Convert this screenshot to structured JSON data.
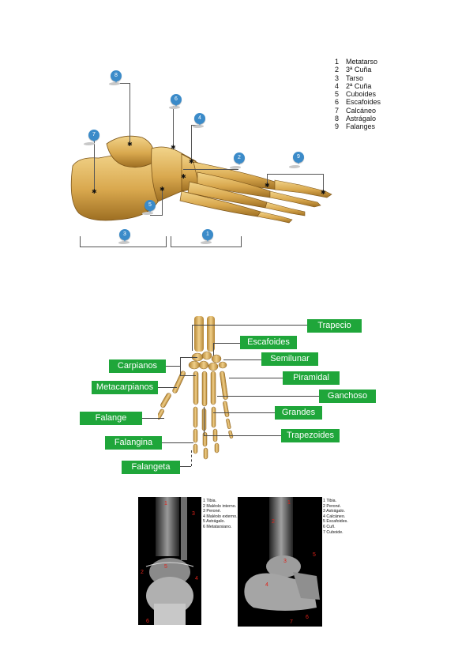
{
  "foot": {
    "legend": [
      {
        "num": "1",
        "text": "Metatarso"
      },
      {
        "num": "2",
        "text": "3ª Cuña"
      },
      {
        "num": "3",
        "text": "Tarso"
      },
      {
        "num": "4",
        "text": "2ª Cuña"
      },
      {
        "num": "5",
        "text": "Cuboides"
      },
      {
        "num": "6",
        "text": "Escafoides"
      },
      {
        "num": "7",
        "text": "Calcáneo"
      },
      {
        "num": "8",
        "text": "Astrágalo"
      },
      {
        "num": "9",
        "text": "Falanges"
      }
    ],
    "pins": {
      "p8": "8",
      "p6": "6",
      "p4": "4",
      "p7": "7",
      "p2": "2",
      "p9": "9",
      "p5": "5",
      "p3": "3",
      "p1": "1"
    }
  },
  "hand": {
    "labels": {
      "trapecio": "Trapecio",
      "escafoides": "Escafoides",
      "carpianos": "Carpianos",
      "semilunar": "Semilunar",
      "piramidal": "Piramidal",
      "metacarpianos": "Metacarpianos",
      "ganchoso": "Ganchoso",
      "falange": "Falange",
      "grandes": "Grandes",
      "trapezoides": "Trapezoides",
      "falangina": "Falangina",
      "falangeta": "Falangeta"
    },
    "colors": {
      "label_bg": "#1fa63a",
      "bone": "#d9b267"
    }
  },
  "xray_front": {
    "legend": [
      "1 Tibia.",
      "2 Maléolo interno.",
      "3 Peroné.",
      "4 Maléolo externo.",
      "5 Astrágalo.",
      "6 Metatarsiano."
    ],
    "markers": {
      "m1": "1",
      "m2": "2",
      "m3": "3",
      "m4": "4",
      "m5": "5",
      "m6": "6"
    }
  },
  "xray_side": {
    "legend": [
      "1 Tibia.",
      "2 Peroné.",
      "3 Astrágalo.",
      "4 Calcáneo.",
      "5 Escafoides.",
      "6 Cuñ.",
      "7 Cuboide."
    ],
    "markers": {
      "m1": "1",
      "m2": "2",
      "m3": "3",
      "m4": "4",
      "m5": "5",
      "m6": "6",
      "m7": "7"
    }
  }
}
